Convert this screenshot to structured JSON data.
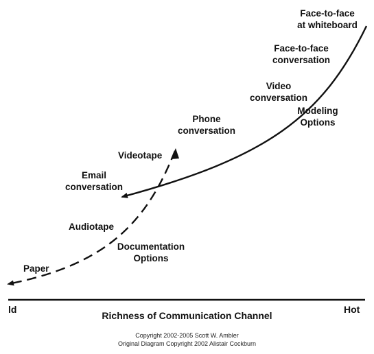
{
  "diagram": {
    "modeling_curve_labels": [
      "Face-to-face\nat whiteboard",
      "Face-to-face\nconversation",
      "Video\nconversation",
      "Phone\nconversation",
      "Email\nconversation"
    ],
    "documentation_curve_labels": [
      "Videotape",
      "Audiotape",
      "Paper"
    ],
    "group_labels": {
      "modeling": "Modeling\nOptions",
      "documentation": "Documentation\nOptions"
    },
    "axis": {
      "left_label": "ld",
      "right_label": "Hot",
      "title": "Richness of Communication Channel"
    },
    "copyright": {
      "line1": "Copyright 2002-2005 Scott W. Ambler",
      "line2": "Original Diagram Copyright 2002 Alistair Cockburn"
    },
    "colors": {
      "ink": "#111111",
      "background": "#ffffff"
    }
  }
}
